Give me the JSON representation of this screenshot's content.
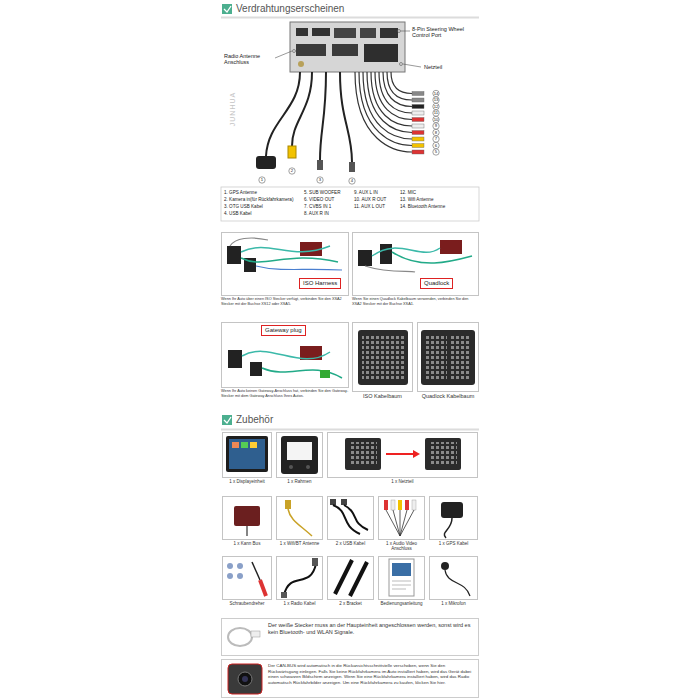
{
  "diagram": {
    "nodes": [
      {
        "text": [
          "Wenn Ihr Auto über einen ISO Stecker verfügt, verbinden Sie den XSA2 Stecker mit der Buchse XS12 oder XSA5."
        ]
      },
      {
        "text": [
          "ISO Harness"
        ],
        "in": 0
      },
      {
        "text": [
          "Wenn Sie einen Quadlock Kabelbaum verwenden, verbinden Sie den XSA2 Stecker mit der Buchse XSA1."
        ]
      },
      {
        "text": [
          "Quadlock"
        ],
        "in": 2
      },
      {
        "text": [
          "Wenn Ihr Auto keinen Gateway-Anschluss hat, verbinden Sie den Gateway-Stecker mit dem Gateway Anschluss Ihres Autos."
        ]
      },
      {
        "text": [
          "Gateway plug"
        ],
        "in": 4
      },
      {
        "text": [
          "ISO Kabelbaum"
        ]
      },
      {
        "text": [
          "Quadlock Kabelbaum"
        ]
      },
      {
        "text": [
          "1 x Displayeinheit"
        ]
      },
      {
        "text": [
          "1 x Rahmen"
        ]
      },
      {
        "text": [
          "1 x Netzteil"
        ]
      },
      {
        "text": [
          "1 x Kann Bus"
        ]
      },
      {
        "text": [
          "1 x Wifi/BT Antenne"
        ]
      },
      {
        "text": [
          "2 x USB Kabel"
        ]
      },
      {
        "text": [
          "1 x Audio Video Anschluss"
        ]
      },
      {
        "text": [
          "1 x GPS Kabel"
        ]
      },
      {
        "text": [
          "Schraubendreher"
        ]
      },
      {
        "text": [
          "1 x Radio Kabel"
        ]
      },
      {
        "text": [
          "2 x Bracket"
        ]
      },
      {
        "text": [
          "Bedienungsanleitung"
        ]
      },
      {
        "text": [
          "1 x Mikrofon"
        ]
      },
      {
        "text": [
          "Der weiße Stecker muss an der Haupteinheit angeschlossen werden, sonst wird es kein Bluetooth- und WLAN Signale."
        ]
      },
      {
        "text": [
          "Der CAN-BUS wird automatisch in die Rückansichtsschnittstelle verschoben, wenn Sie den Rückwärtsgang einlegen. Falls Sie keine Rückfahrkamera im Auto installiert haben, wird das Gerät dabei einen schwarzen Bildschirm anzeigen. Wenn Sie eine Rückfahrkamera installiert haben, wird das Radio automatisch Rückfahrbilder anzeigen. Um eine Rückfahrkamera zu kaufen, klicken Sie hier."
        ]
      }
    ],
    "labels": [
      "Verdrahtungserscheinen",
      "Radio Antenne Anschluss",
      "8-Pin Steering Wheel Control Port",
      "Netzteil",
      "JUNHUA",
      "1",
      "2",
      "3",
      "4",
      "5",
      "6",
      "7",
      "8",
      "9",
      "10",
      "11",
      "12",
      "13",
      "14",
      "1. GPS Antenne",
      "2. Kamera in(für Rückfahrkamera)",
      "3. OTG USB Kabel",
      "4. USB Kabel",
      "5. SUB WOOFER",
      "6. VIDEO OUT",
      "7. CVBS IN 1",
      "8. AUX R IN",
      "9. AUX L IN",
      "10. AUX R OUT",
      "11. AUX L OUT",
      "12. MIC",
      "13. Wifi Antenne",
      "14. Bluetooth Antenne",
      "Zubehör"
    ]
  }
}
